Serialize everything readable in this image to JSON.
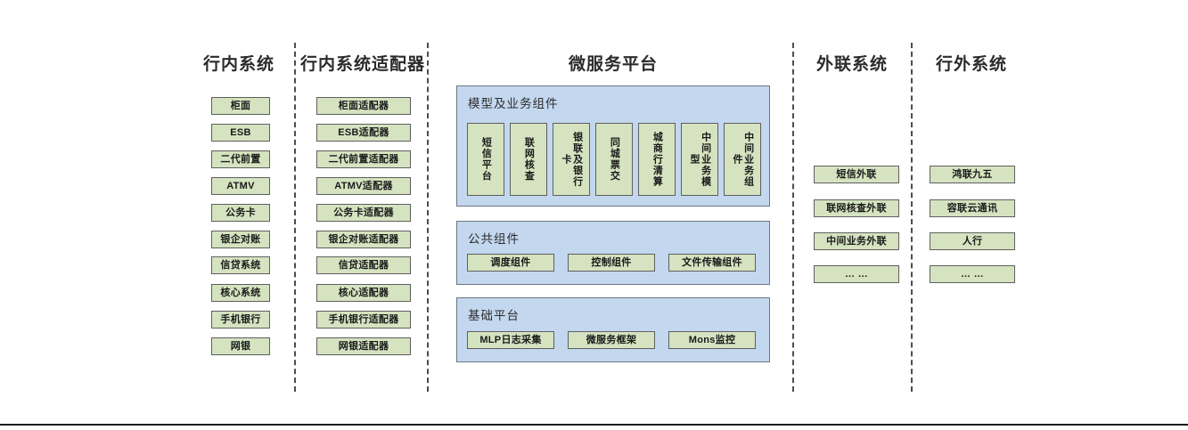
{
  "diagram": {
    "columns": [
      {
        "id": "in-bank-systems",
        "title": "行内系统",
        "nodes": [
          "柜面",
          "ESB",
          "二代前置",
          "ATMV",
          "公务卡",
          "银企对账",
          "信贷系统",
          "核心系统",
          "手机银行",
          "网银"
        ]
      },
      {
        "id": "in-bank-adapters",
        "title": "行内系统适配器",
        "nodes": [
          "柜面适配器",
          "ESB适配器",
          "二代前置适配器",
          "ATMV适配器",
          "公务卡适配器",
          "银企对账适配器",
          "信贷适配器",
          "核心适配器",
          "手机银行适配器",
          "网银适配器"
        ]
      },
      {
        "id": "microservice-platform",
        "title": "微服务平台"
      },
      {
        "id": "outreach-systems",
        "title": "外联系统",
        "nodes": [
          "短信外联",
          "联网核查外联",
          "中间业务外联",
          "… …"
        ]
      },
      {
        "id": "external-systems",
        "title": "行外系统",
        "nodes": [
          "鸿联九五",
          "容联云通讯",
          "人行",
          "… …"
        ]
      }
    ],
    "platform": {
      "panels": [
        {
          "id": "model-business-components",
          "label": "模型及业务组件",
          "orientation": "vertical",
          "nodes": [
            "短信平台",
            "联网核查",
            "银联及银行卡",
            "同城票交",
            "城商行清算",
            "中间业务模型",
            "中间业务组件"
          ]
        },
        {
          "id": "public-components",
          "label": "公共组件",
          "orientation": "horizontal",
          "nodes": [
            "调度组件",
            "控制组件",
            "文件传输组件"
          ]
        },
        {
          "id": "base-platform",
          "label": "基础平台",
          "orientation": "horizontal",
          "nodes": [
            "MLP日志采集",
            "微服务框架",
            "Mons监控"
          ]
        }
      ]
    },
    "colors": {
      "node_fill": "#d5e3c0",
      "node_border": "#5f5f5f",
      "panel_fill": "#c3d7ef",
      "panel_border": "#6b7785",
      "divider": "#4d4d4d",
      "text": "#1a1a1a",
      "background": "#ffffff"
    }
  }
}
